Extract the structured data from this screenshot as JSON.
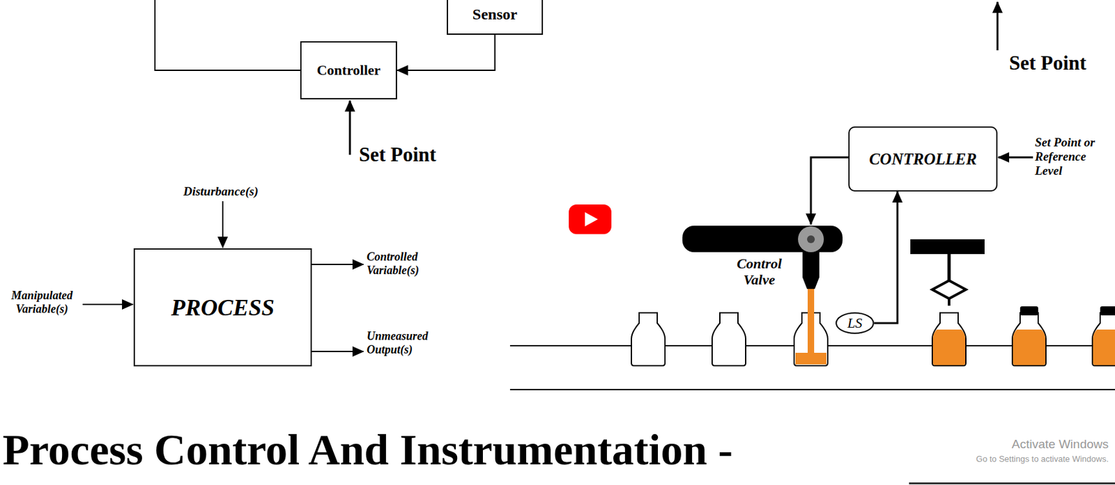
{
  "diagram": {
    "title": "Process Control And Instrumentation -",
    "nodes": [
      {
        "text": [
          "Sensor"
        ]
      },
      {
        "text": [
          "Controller"
        ]
      },
      {
        "text": [
          "CONTROLLER"
        ]
      },
      {
        "text": [
          "PROCESS"
        ]
      },
      {
        "text": [
          "LS"
        ]
      }
    ],
    "edges": [
      {
        "from": 0,
        "to": 1,
        "arrow": "to"
      },
      {
        "from": 4,
        "to": 2,
        "arrow": "to"
      }
    ],
    "labels": [
      "Set Point",
      "Set Point",
      "Set Point or Reference Level",
      "Disturbance(s)",
      "Manipulated Variable(s)",
      "Controlled Variable(s)",
      "Unmeasured Output(s)",
      "Control Valve",
      "Activate Windows",
      "Go to Settings to activate Windows."
    ]
  }
}
